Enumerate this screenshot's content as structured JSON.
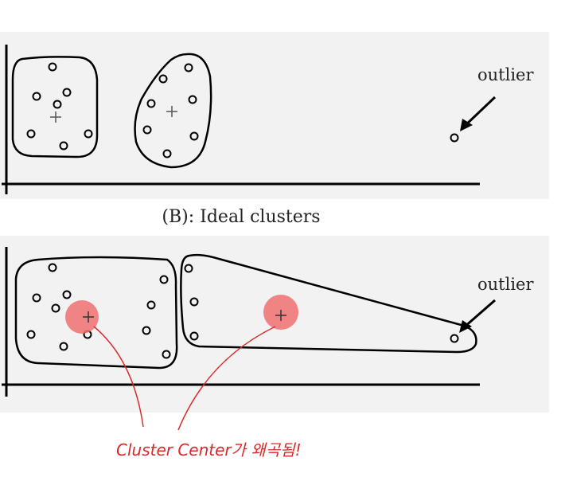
{
  "panel_top": {
    "outlier_label": "outlier"
  },
  "panel_bottom": {
    "caption": "(B): Ideal clusters",
    "outlier_label": "outlier"
  },
  "annotation": {
    "handwritten_note": "Cluster Center가 왜곡됨!",
    "color": "#d92a2a",
    "highlight_color": "#f07070"
  }
}
